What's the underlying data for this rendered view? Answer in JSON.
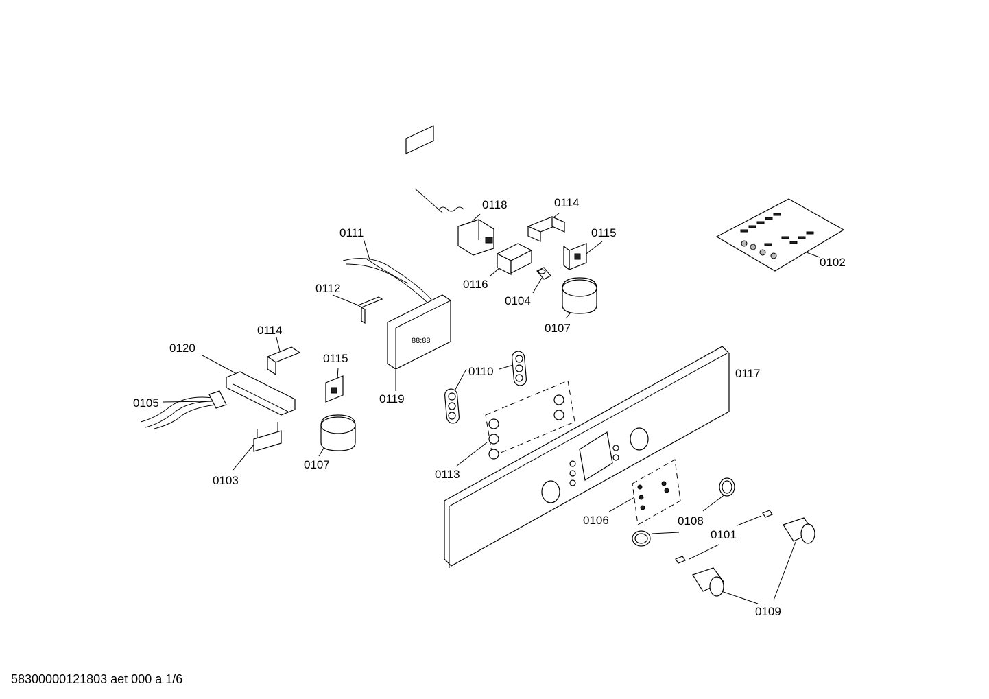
{
  "diagram": {
    "labels": {
      "p0118": "0118",
      "p0114a": "0114",
      "p0111": "0111",
      "p0115a": "0115",
      "p0102": "0102",
      "p0112": "0112",
      "p0116": "0116",
      "p0104": "0104",
      "p0107a": "0107",
      "p0114b": "0114",
      "p0120": "0120",
      "p0115b": "0115",
      "p0110": "0110",
      "p0117": "0117",
      "p0119": "0119",
      "p0105": "0105",
      "p0107b": "0107",
      "p0103": "0103",
      "p0113": "0113",
      "p0106": "0106",
      "p0108": "0108",
      "p0101": "0101",
      "p0109": "0109"
    },
    "footer": "58300000121803 aet 000 a 1/6"
  }
}
